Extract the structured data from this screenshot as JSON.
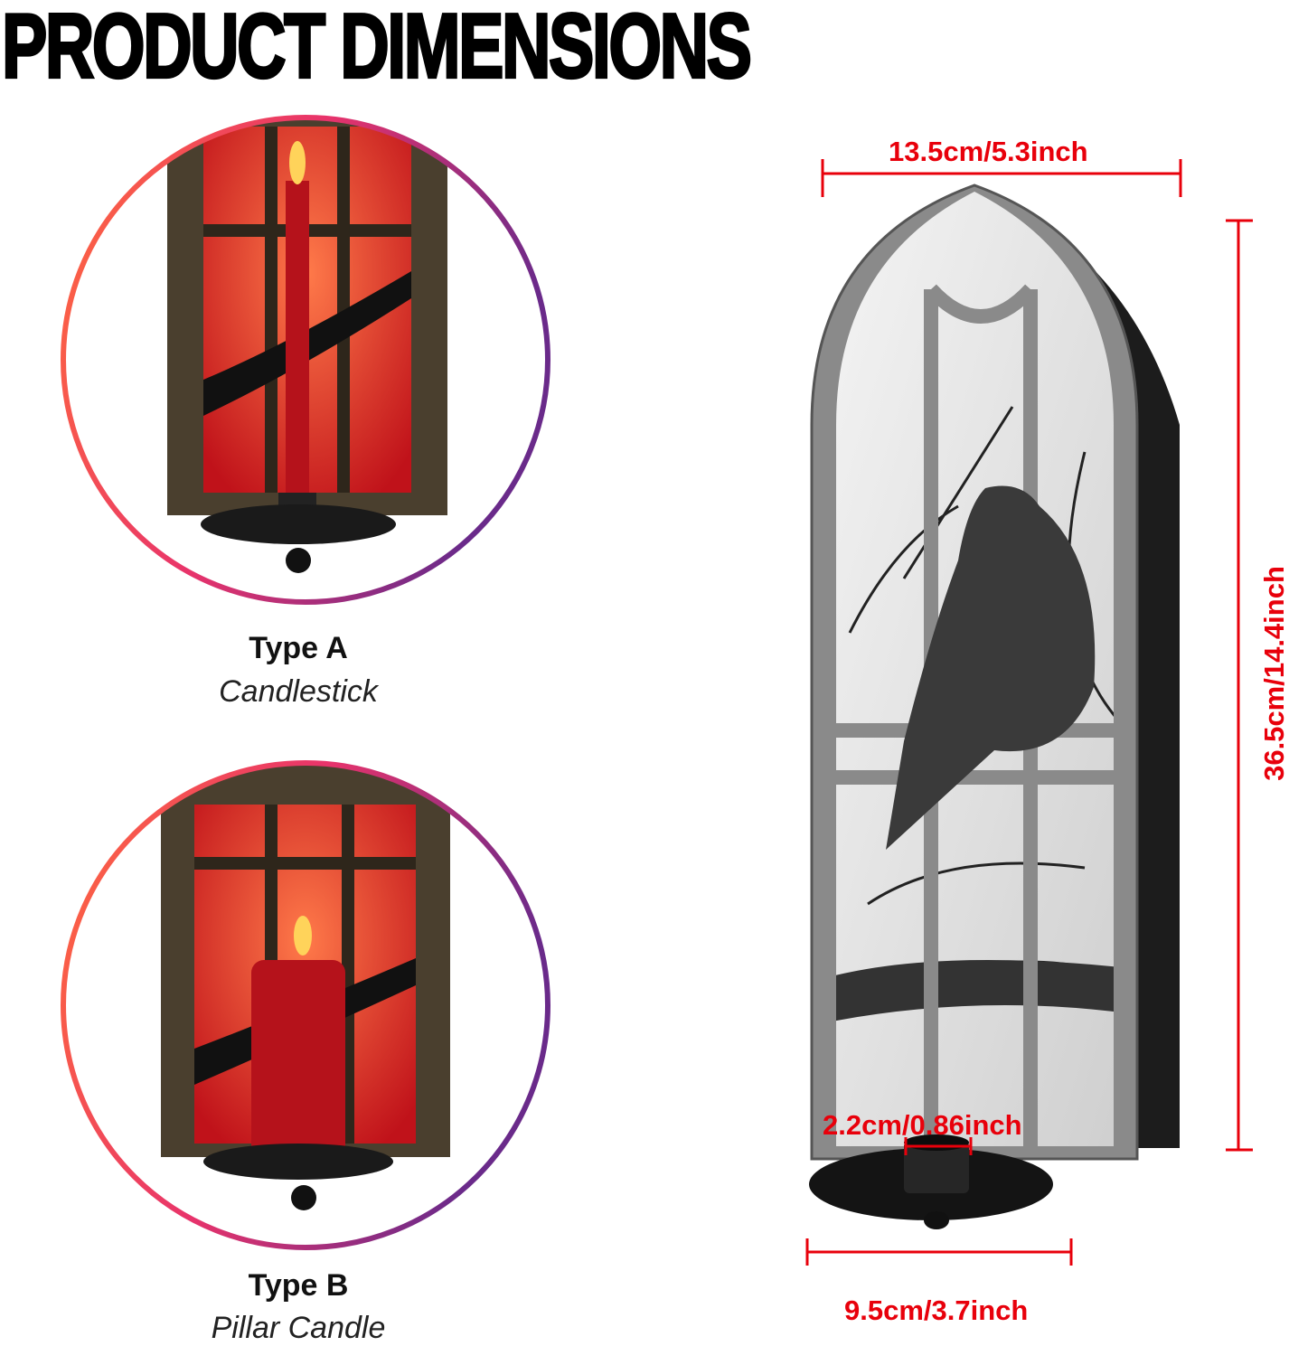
{
  "title": "PRODUCT DIMENSIONS",
  "variants": [
    {
      "label": "Type A",
      "sublabel": "Candlestick"
    },
    {
      "label": "Type B",
      "sublabel": "Pillar Candle"
    }
  ],
  "dimensions": {
    "width_top": "13.5cm/5.3inch",
    "height": "36.5cm/14.4inch",
    "cup_diameter": "2.2cm/0.86inch",
    "base_width": "9.5cm/3.7inch"
  },
  "colors": {
    "dimension_red": "#e8000b",
    "ring_start": "#ff6a3d",
    "ring_mid": "#e8336b",
    "ring_end": "#6a2a8a"
  }
}
